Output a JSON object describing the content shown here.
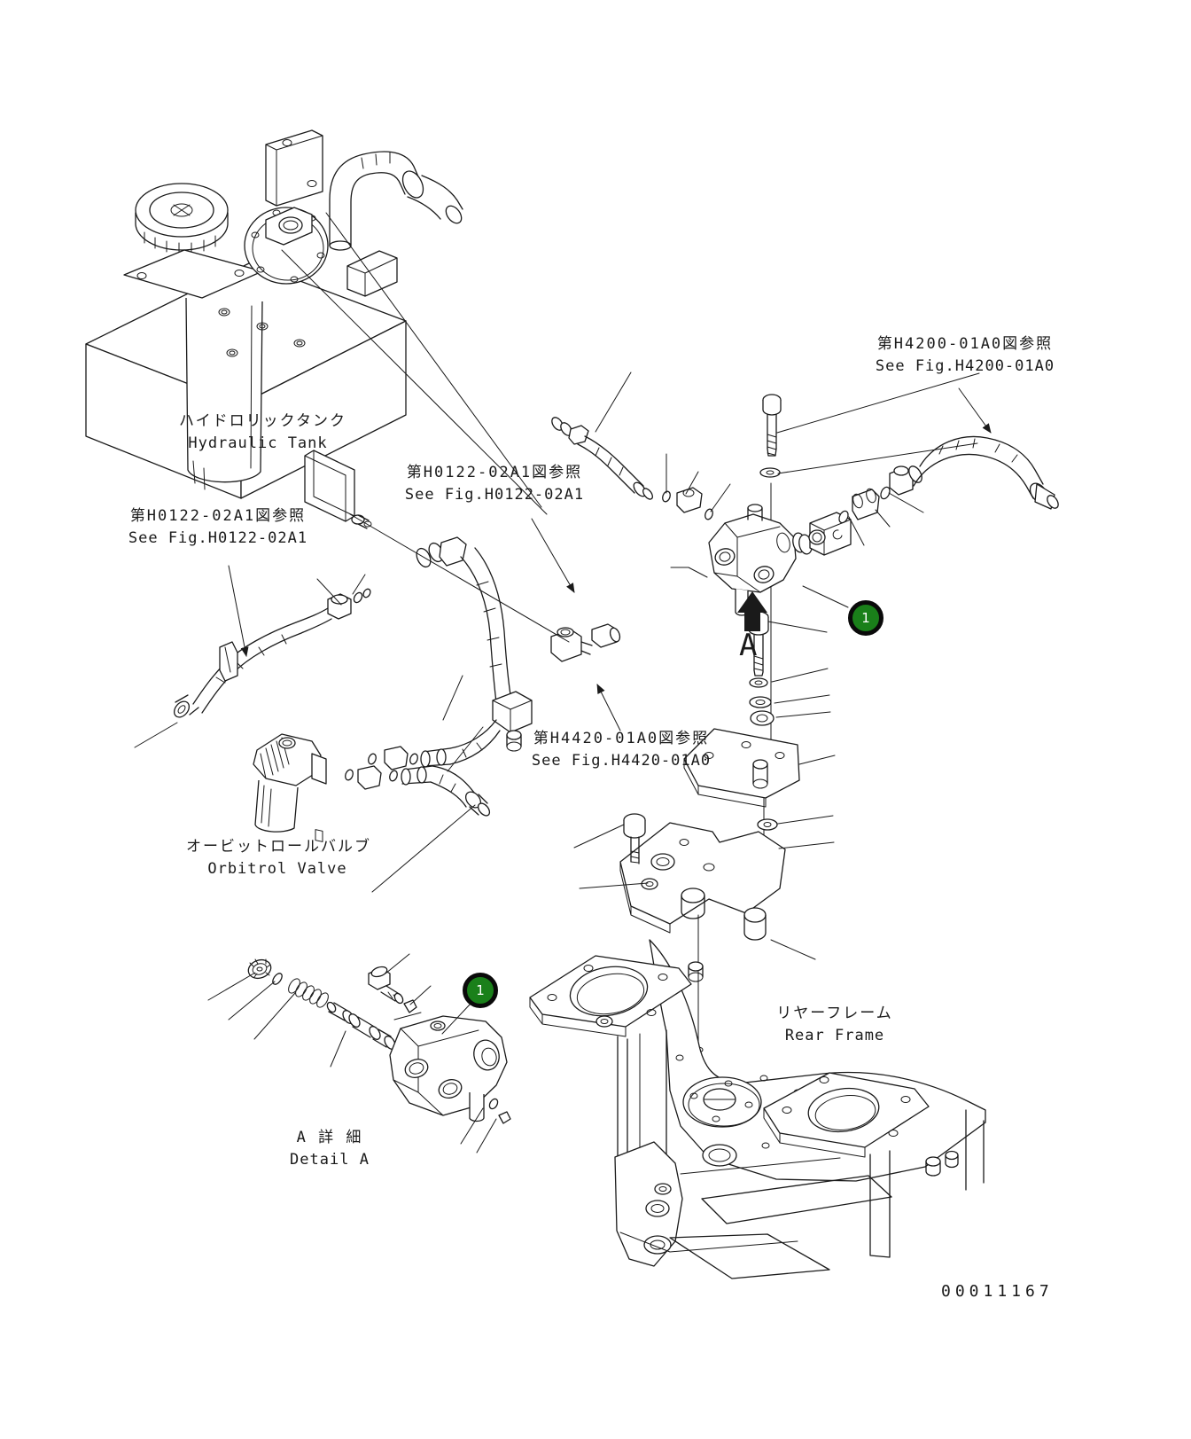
{
  "document": {
    "number": "00011167",
    "type": "hydraulic-piping-parts-diagram"
  },
  "labels": {
    "hydraulic_tank": {
      "jp": "ハイドロリックタンク",
      "en": "Hydraulic Tank"
    },
    "see_fig_h0122_left": {
      "jp": "第H0122-02A1図参照",
      "en": "See Fig.H0122-02A1"
    },
    "see_fig_h0122_mid": {
      "jp": "第H0122-02A1図参照",
      "en": "See Fig.H0122-02A1"
    },
    "see_fig_h4200": {
      "jp": "第H4200-01A0図参照",
      "en": "See Fig.H4200-01A0"
    },
    "see_fig_h4420": {
      "jp": "第H4420-01A0図参照",
      "en": "See Fig.H4420-01A0"
    },
    "orbitrol_valve": {
      "jp": "オービットロールバルブ",
      "en": "Orbitrol Valve"
    },
    "rear_frame": {
      "jp": "リヤーフレーム",
      "en": "Rear Frame"
    },
    "detail_a": {
      "jp": "A 詳 細",
      "en": "Detail A"
    },
    "view_arrow_letter": "A"
  },
  "callouts": {
    "item_main": "1",
    "item_detail": "1"
  },
  "colors": {
    "callout_green": "#1A801A",
    "callout_ring": "#0a0a0a",
    "line": "#1a1a1a",
    "background": "#ffffff"
  }
}
